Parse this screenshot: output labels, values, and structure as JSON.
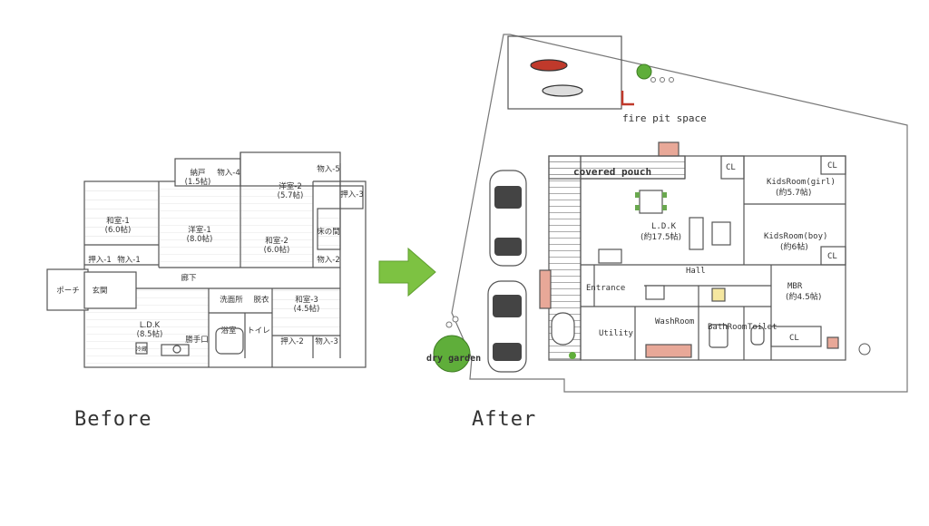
{
  "captions": {
    "before": "Before",
    "after": "After"
  },
  "before_plan": {
    "rooms": {
      "nando": "納戸",
      "nando_size": "(1.5帖)",
      "oshiire4": "物入-4",
      "yoshitsu2": "洋室-2",
      "yoshitsu2_size": "(5.7帖)",
      "oshiire5": "物入-5",
      "oshiire3": "押入-3",
      "washitsu1": "和室-1",
      "washitsu1_size": "(6.0帖)",
      "yoshitsu1": "洋室-1",
      "yoshitsu1_size": "(8.0帖)",
      "washitsu2": "和室-2",
      "washitsu2_size": "(6.0帖)",
      "tokonoma": "床の間",
      "oshiire1": "押入-1",
      "mono1": "物入-1",
      "mono2": "物入-2",
      "porch": "ポーチ",
      "genkan": "玄関",
      "roka": "廊下",
      "senmen": "洗面所",
      "furo_door": "脱衣",
      "washitsu3": "和室-3",
      "washitsu3_size": "(4.5帖)",
      "ldk": "L.D.K",
      "ldk_size": "(8.5帖)",
      "katteguchi": "勝手口",
      "yokushitsu": "浴室",
      "toilet": "トイレ",
      "oshiire2": "押入-2",
      "mono3": "物入-3",
      "fridge": "冷蔵"
    }
  },
  "after_plan": {
    "labels": {
      "fire_pit": "fire pit space",
      "covered_pouch": "covered pouch",
      "cl1": "CL",
      "cl2": "CL",
      "cl3": "CL",
      "cl4": "CL",
      "kids_girl": "KidsRoom(girl)",
      "kids_girl_size": "(約5.7帖)",
      "kids_boy": "KidsRoom(boy)",
      "kids_boy_size": "(約6帖)",
      "ldk": "L.D.K",
      "ldk_size": "(約17.5帖)",
      "hall": "Hall",
      "entrance": "Entrance",
      "mbr": "MBR",
      "mbr_size": "(約4.5帖)",
      "utility": "Utility",
      "washroom": "WashRoom",
      "bathroom": "BathRoom",
      "toilet": "Toilet",
      "dry_garden": "dry garden"
    }
  },
  "colors": {
    "line": "#555555",
    "arrow": "#7dc242",
    "tree": "#5fae3a",
    "wood": "#e8a898",
    "motorbike_red": "#c0392b"
  }
}
